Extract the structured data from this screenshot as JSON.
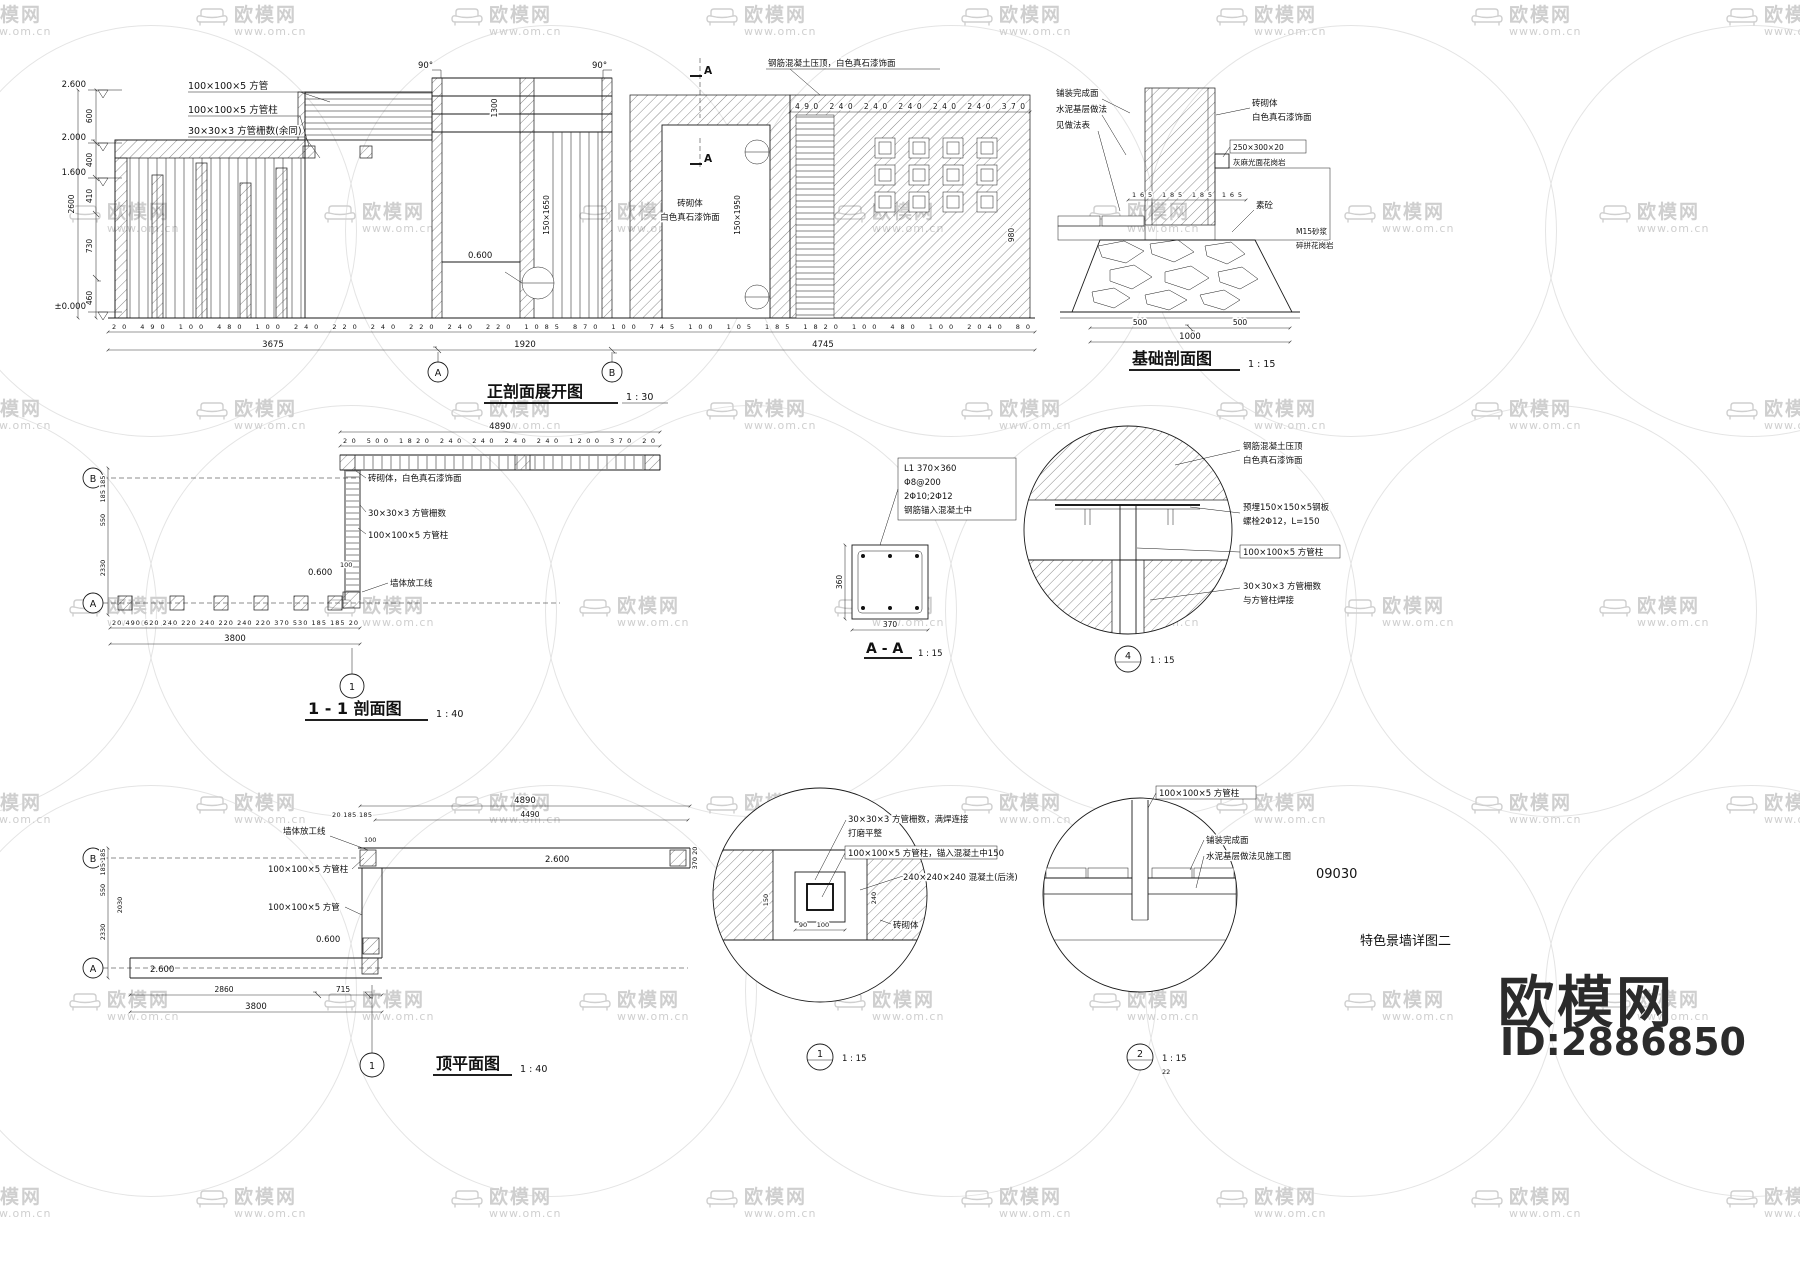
{
  "watermark": {
    "brand": "欧模网",
    "url": "www.om.cn"
  },
  "branding": {
    "logo": "欧模网",
    "id": "ID:2886850"
  },
  "misc": {
    "code": "09030",
    "name": "特色景墙详图二"
  },
  "front": {
    "title": "正剖面展开图",
    "scale": "1 : 30",
    "labels": {
      "tube": "100×100×5 方管",
      "tube_col": "100×100×5 方管柱",
      "grille": "30×30×3 方管栅数(余同)",
      "coping": "钢筋混凝土压顶，白色真石漆饰面",
      "masonry1": "砖砌体",
      "masonry2": "白色真石漆饰面",
      "angle": "90°",
      "level": "0.600",
      "section": "A"
    },
    "levels": [
      "2.600",
      "2.000",
      "1.600",
      "±0.000"
    ],
    "hdims": [
      "600",
      "400",
      "410",
      "730",
      "460"
    ],
    "overall_h": "2600",
    "vdims": {
      "a": "1300",
      "b": "150×1650",
      "c": "150×1950",
      "d": "980"
    },
    "top_dims": "490 240 240 240 240 240 370",
    "bot1": "20 490 100 480 100 240 220 240 220 240 220 1085 870 100 745 100 105 185 1820 100 480 100 2040 80",
    "bot2": [
      "3675",
      "1920",
      "4745"
    ],
    "grids": [
      "A",
      "B"
    ]
  },
  "found": {
    "title": "基础剖面图",
    "scale": "1 : 15",
    "labels": {
      "paving": "铺装完成面",
      "base1": "水泥基层做法",
      "base2": "见做法表",
      "masonry1": "砖砌体",
      "masonry2": "白色真石漆饰面",
      "stone": "250×300×20",
      "stone2": "灰麻光面花岗岩",
      "concrete": "素砼",
      "mortar": "M15砂浆",
      "paving2": "碎拼花岗岩"
    },
    "mid_dims": "165 185 185 165",
    "bot": [
      "500",
      "500"
    ],
    "overall": "1000"
  },
  "sec11": {
    "title": "1 - 1 剖面图",
    "scale": "1 : 40",
    "labels": {
      "masonry": "砖砌体，白色真石漆饰面",
      "grille": "30×30×3 方管栅数",
      "tube_col": "100×100×5 方管柱",
      "level": "0.600",
      "dim100": "100",
      "wall_line": "墙体放工线"
    },
    "top_overall": "4890",
    "top": "20 500 1820 240 240 240 240 1200 370 20",
    "left": [
      "185 185",
      "550",
      "2330"
    ],
    "bot": "20 490 620 240 220 240 220 240 220 370 530 185 185 20",
    "bot_overall": "3800",
    "grid_b": "B",
    "grid_a": "A",
    "axis": "1"
  },
  "aa": {
    "title": "A - A",
    "scale": "1 : 15",
    "l1": "L1 370×360",
    "l2": "Φ8@200",
    "l3": "2Φ10;2Φ12",
    "l4": "钢筋锚入混凝土中",
    "w": "370",
    "h": "360"
  },
  "d4": {
    "num": "4",
    "scale": "1 : 15",
    "labels": {
      "coping1": "钢筋混凝土压顶",
      "coping2": "白色真石漆饰面",
      "plate": "预埋150×150×5钢板",
      "bolt": "螺栓2Φ12，L=150",
      "tube_col": "100×100×5 方管柱",
      "grille1": "30×30×3 方管栅数",
      "grille2": "与方管柱焊接"
    }
  },
  "plan": {
    "title": "顶平面图",
    "scale": "1 : 40",
    "labels": {
      "wall_line": "墙体放工线",
      "tube_col": "100×100×5 方管柱",
      "tube": "100×100×5 方管",
      "level": "0.600",
      "elev": "2.600"
    },
    "top_overall": "4890",
    "top2": "4490",
    "top_small": "20 185 185",
    "dim100": "100",
    "left": [
      "185 185",
      "550",
      "2330",
      "2030"
    ],
    "right_small": "370 20",
    "bot": [
      "2860",
      "715"
    ],
    "bot_overall": "3800",
    "grid_b": "B",
    "grid_a": "A",
    "axis": "1"
  },
  "d1": {
    "num": "1",
    "scale": "1 : 15",
    "labels": {
      "grille1": "30×30×3 方管栅数，满焊连接",
      "grille2": "打磨平整",
      "tube_col": "100×100×5 方管柱，锚入混凝土中150",
      "concrete": "240×240×240 混凝土(后浇)",
      "masonry": "砖砌体"
    },
    "dims": {
      "a": "90",
      "b": "100",
      "c": "150",
      "d": "240"
    }
  },
  "d2": {
    "num": "2",
    "scale": "1 : 15",
    "labels": {
      "tube_col": "100×100×5 方管柱",
      "paving": "铺装完成面",
      "base": "水泥基层做法见施工图"
    },
    "sheet": "22"
  }
}
